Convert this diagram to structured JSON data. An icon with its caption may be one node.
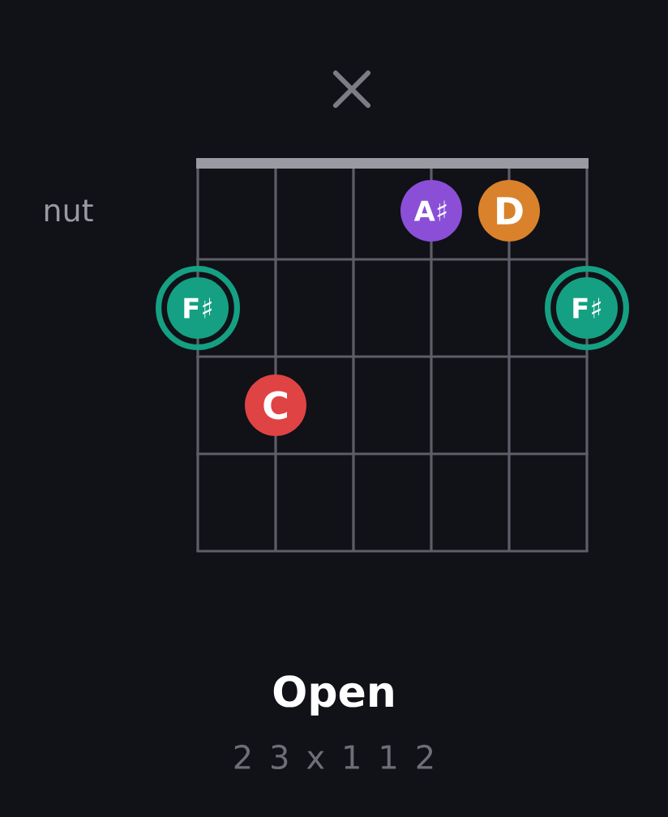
{
  "diagram": {
    "title": "Open",
    "caption": "2 3 x 1 1 2",
    "nodes": [
      {
        "text": [
          "A♯"
        ]
      },
      {
        "text": [
          "D"
        ]
      },
      {
        "text": [
          "F♯"
        ]
      },
      {
        "text": [
          "F♯"
        ]
      },
      {
        "text": [
          "C"
        ]
      }
    ],
    "labels": [
      "nut"
    ]
  }
}
